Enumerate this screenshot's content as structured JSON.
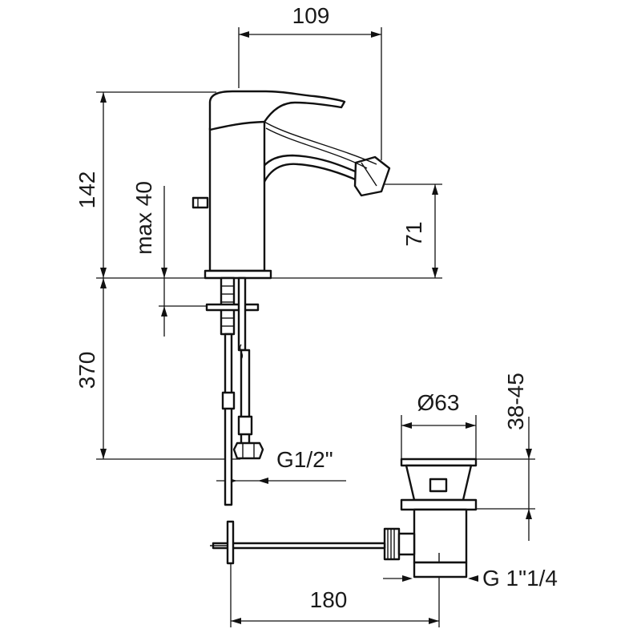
{
  "dimensions": {
    "spout_reach": "109",
    "total_height": "142",
    "spout_height": "71",
    "max_thickness": "max 40",
    "hose_length": "370",
    "hose_thread": "G1/2\"",
    "waste_diameter": "Ø63",
    "waste_range": "38-45",
    "waste_thread": "G 1\"1/4",
    "rod_length": "180"
  }
}
